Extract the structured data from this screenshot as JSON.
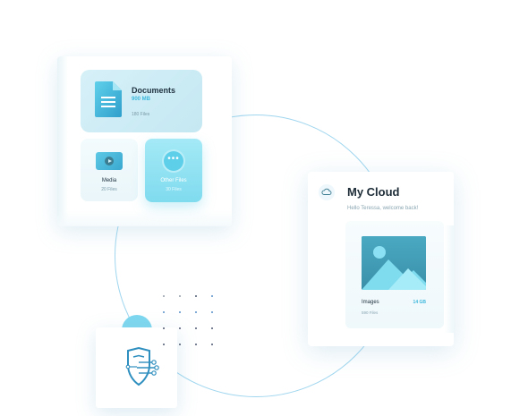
{
  "files_card": {
    "documents": {
      "title": "Documents",
      "size": "900 MB",
      "count": "180 Files"
    },
    "media": {
      "label": "Media",
      "count": "20 Files"
    },
    "other": {
      "label": "Other Files",
      "count": "30 Files"
    }
  },
  "cloud_card": {
    "title": "My Cloud",
    "subtitle": "Hello Teressa, welcome back!",
    "images": {
      "label": "Images",
      "size": "14 GB",
      "count": "590 Files"
    }
  },
  "colors": {
    "accent": "#3db8dc",
    "accent_light": "#7fdbee",
    "circle": "#9fd6ef"
  },
  "icons": [
    "document-icon",
    "media-icon",
    "more-icon",
    "cloud-icon",
    "image-icon",
    "shield-icon"
  ]
}
